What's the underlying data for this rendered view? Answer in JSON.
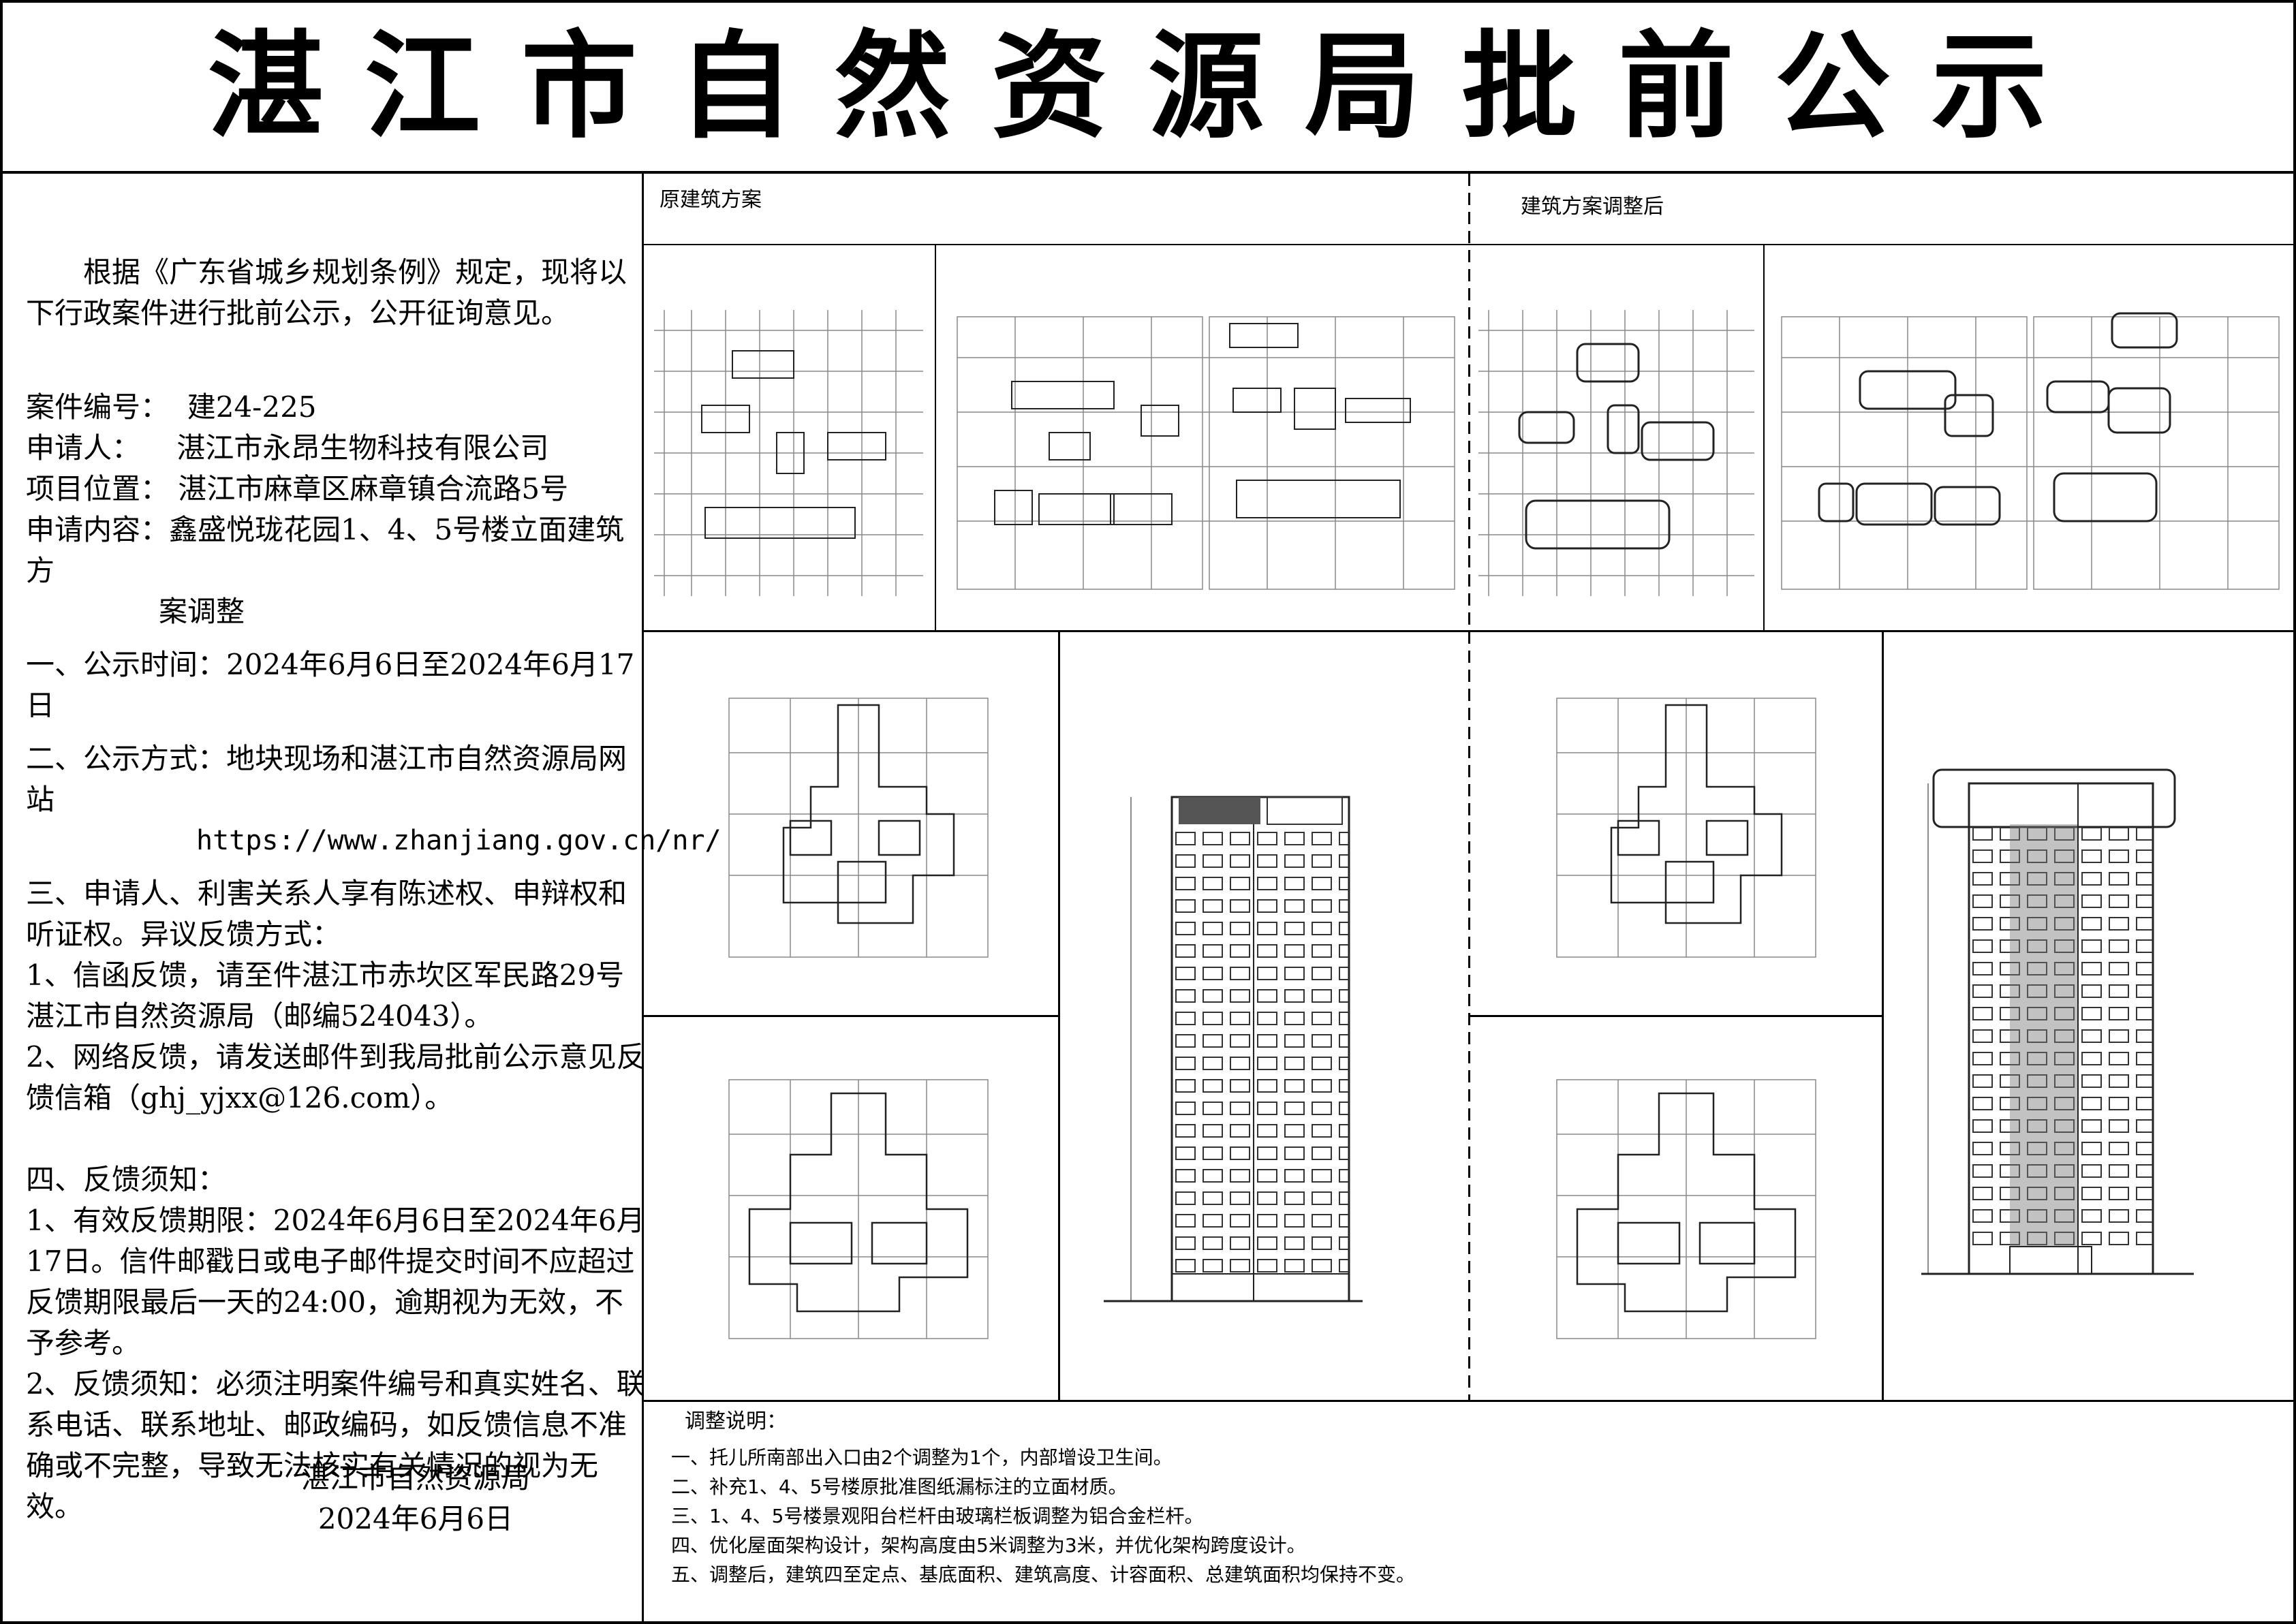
{
  "title": "湛江市自然资源局批前公示",
  "left_panel": {
    "intro": "根据《广东省城乡规划条例》规定，现将以下行政案件进行批前公示，公开征询意见。",
    "case_number_label": "案件编号：",
    "case_number": "建24-225",
    "applicant_label": "申请人：",
    "applicant": "湛江市永昂生物科技有限公司",
    "location_label": "项目位置：",
    "location": "湛江市麻章区麻章镇合流路5号",
    "content_label": "申请内容：",
    "content_line1": "鑫盛悦珑花园1、4、5号楼立面建筑方",
    "content_line2": "案调整",
    "period": "一、公示时间：2024年6月6日至2024年6月17日",
    "method": "二、公示方式：地块现场和湛江市自然资源局网站",
    "url": "https://www.zhanjiang.gov.cn/nr/",
    "rights": "三、申请人、利害关系人享有陈述权、申辩权和听证权。异议反馈方式：",
    "mail_feedback": "1、信函反馈，请至件湛江市赤坎区军民路29号湛江市自然资源局（邮编524043）。",
    "email_feedback": "2、网络反馈，请发送邮件到我局批前公示意见反馈信箱（ghj_yjxx@126.com）。",
    "notice_heading": "四、反馈须知：",
    "notice1": "1、有效反馈期限：2024年6月6日至2024年6月17日。信件邮戳日或电子邮件提交时间不应超过反馈期限最后一天的24:00，逾期视为无效，不予参考。",
    "notice2": "2、反馈须知：必须注明案件编号和真实姓名、联系电话、联系地址、邮政编码，如反馈信息不准确或不完整，导致无法核实有关情况的视为无效。",
    "sign_org": "湛江市自然资源局",
    "sign_date": "2024年6月6日"
  },
  "drawings": {
    "original_label": "原建筑方案",
    "adjusted_label": "建筑方案调整后"
  },
  "notes": {
    "title": "调整说明：",
    "items": [
      "一、托儿所南部出入口由2个调整为1个，内部增设卫生间。",
      "二、补充1、4、5号楼原批准图纸漏标注的立面材质。",
      "三、1、4、5号楼景观阳台栏杆由玻璃栏板调整为铝合金栏杆。",
      "四、优化屋面架构设计，架构高度由5米调整为3米，并优化架构跨度设计。",
      "五、调整后，建筑四至定点、基底面积、建筑高度、计容面积、总建筑面积均保持不变。"
    ]
  },
  "colors": {
    "ink": "#000000",
    "paper": "#ffffff",
    "drawing_line": "#333333",
    "drawing_grid": "#888888"
  }
}
